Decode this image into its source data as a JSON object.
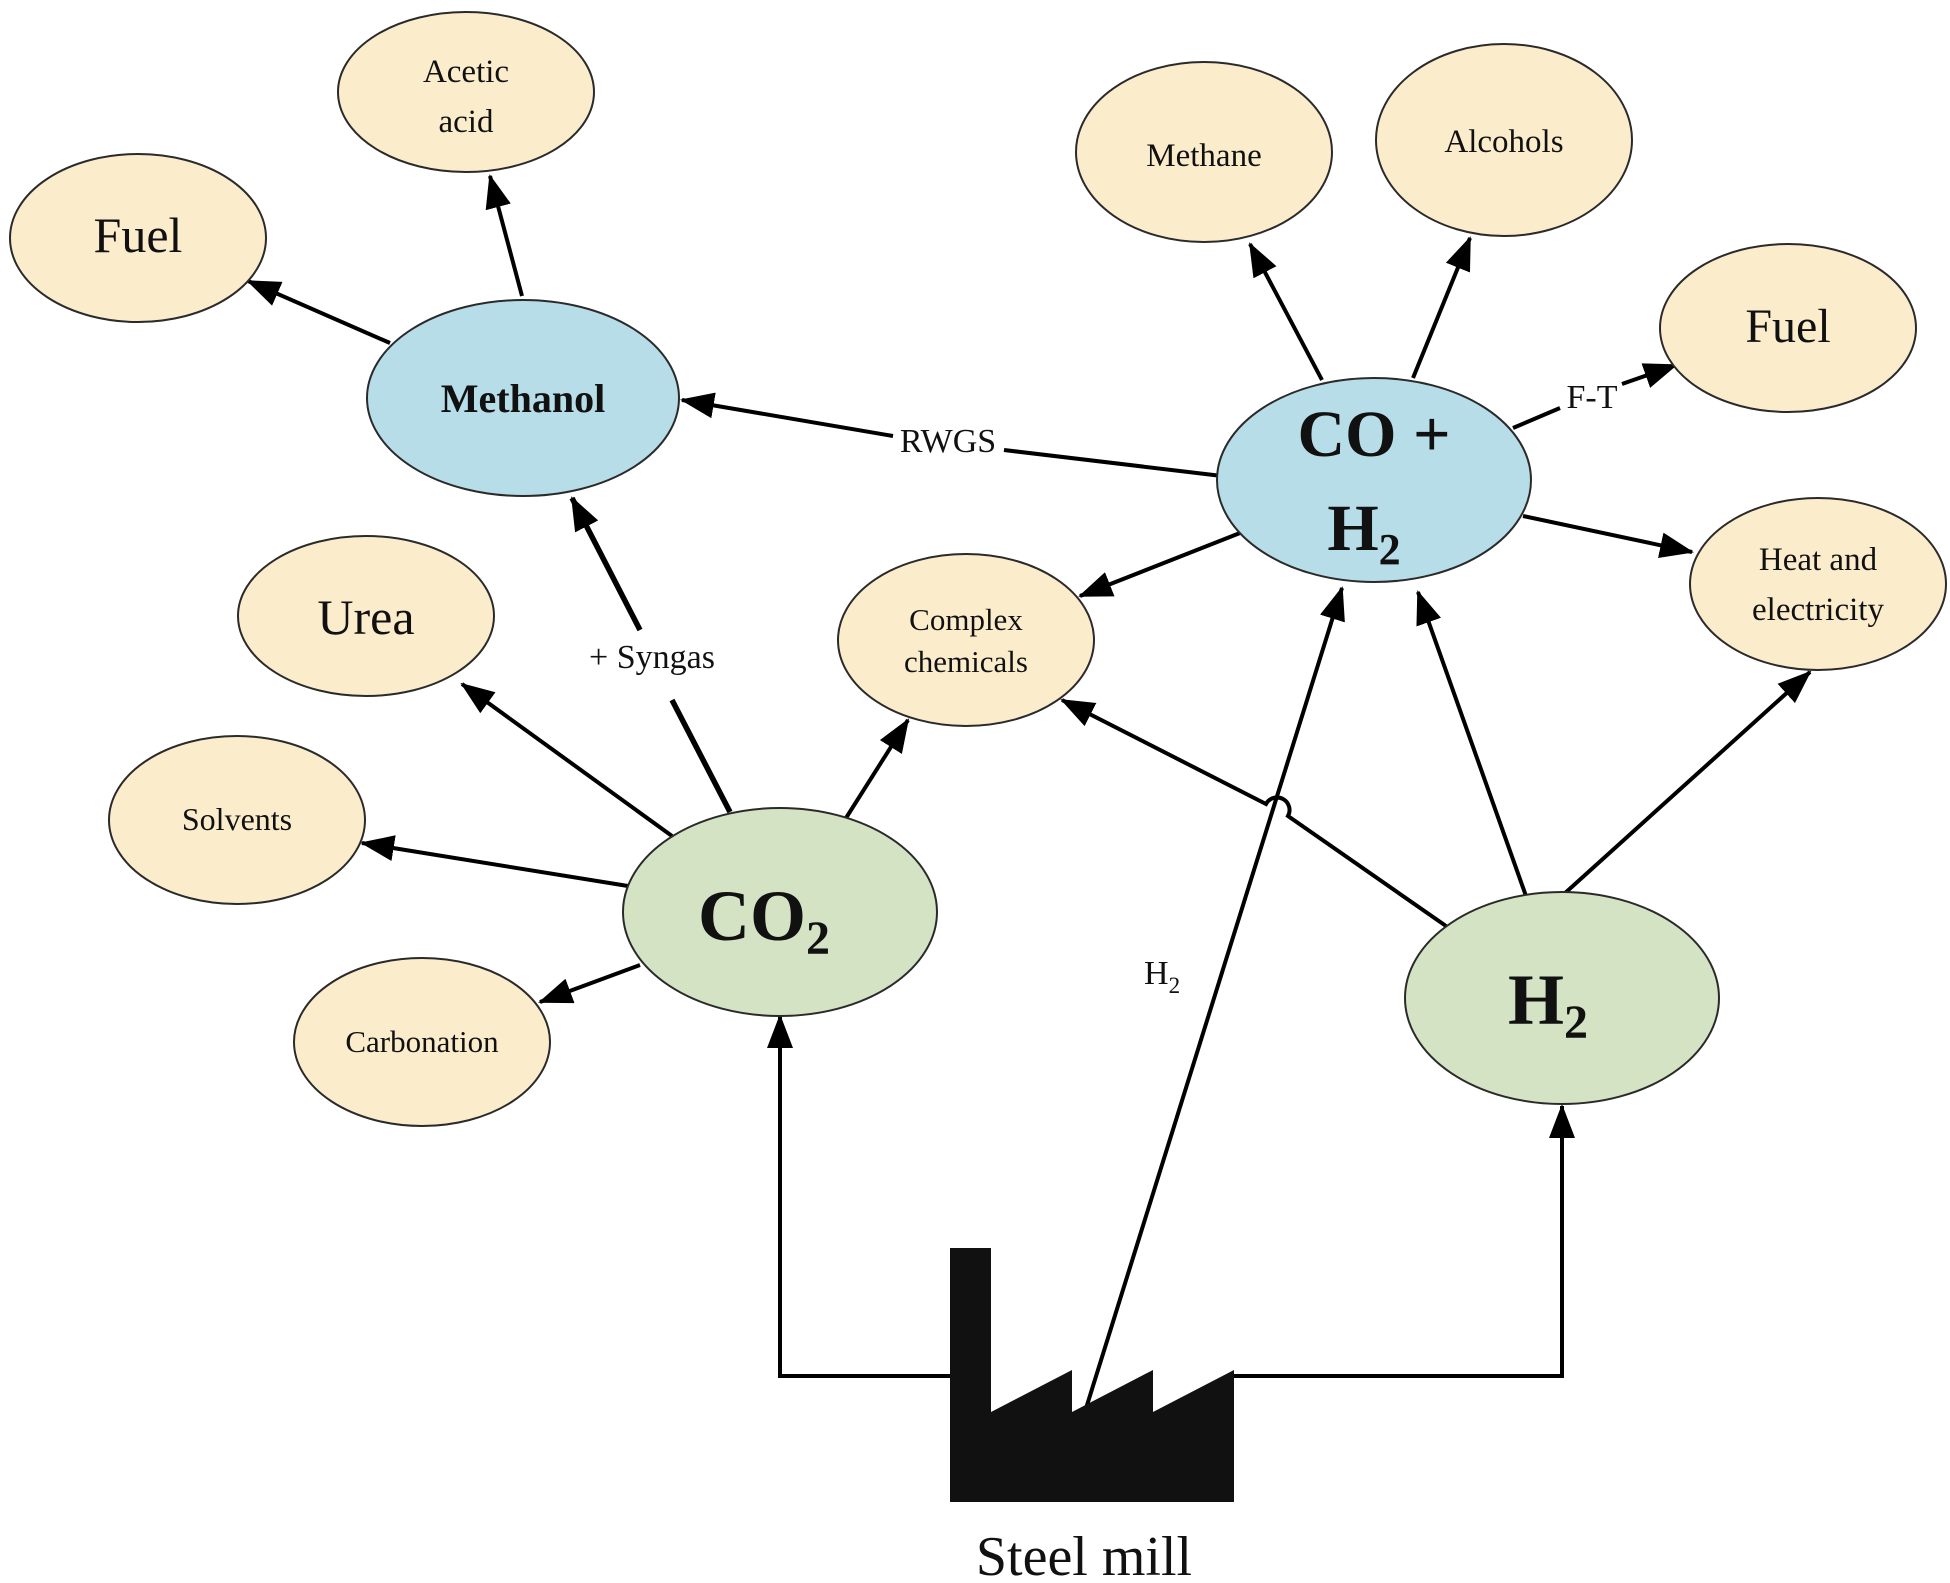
{
  "nodes": {
    "acetic_acid": {
      "line1": "Acetic",
      "line2": "acid"
    },
    "fuel_left": "Fuel",
    "methanol": "Methanol",
    "methane": "Methane",
    "alcohols": "Alcohols",
    "fuel_right": "Fuel",
    "co_h2": {
      "line1": "CO +",
      "line2_main": "H",
      "line2_sub": "2"
    },
    "urea": "Urea",
    "complex_chemicals": {
      "line1": "Complex",
      "line2": "chemicals"
    },
    "heat_electricity": {
      "line1": "Heat and",
      "line2": "electricity"
    },
    "solvents": "Solvents",
    "co2": {
      "main": "CO",
      "sub": "2"
    },
    "carbonation": "Carbonation",
    "h2": {
      "main": "H",
      "sub": "2"
    },
    "steel_mill": "Steel mill"
  },
  "edge_labels": {
    "rwgs": "RWGS",
    "syngas": "+ Syngas",
    "ft": "F-T",
    "h2_line": {
      "main": "H",
      "sub": "2"
    }
  },
  "colors": {
    "product": "#fbeccc",
    "intermediate": "#b7dde8",
    "source": "#d4e3c4",
    "line": "#000000"
  }
}
